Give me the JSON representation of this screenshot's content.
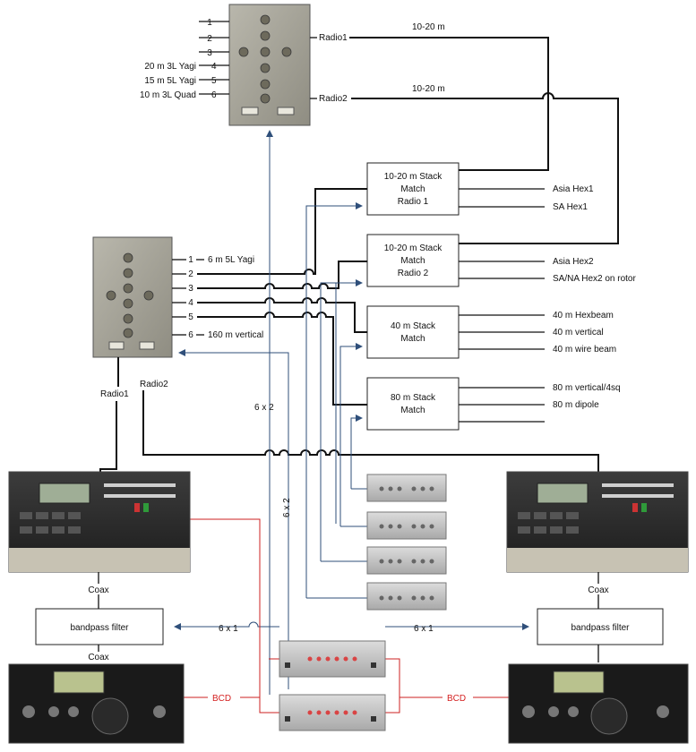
{
  "switch_top": {
    "ports": [
      "1",
      "2",
      "3",
      "20 m 3L Yagi",
      "15 m 5L Yagi",
      "10 m 3L Quad"
    ],
    "radio1": "Radio1",
    "radio2": "Radio2",
    "band1": "10-20 m",
    "band2": "10-20 m"
  },
  "switch_left": {
    "ports": [
      "1",
      "2",
      "3",
      "4",
      "5",
      "6"
    ],
    "port_labels": [
      "6 m 5L Yagi",
      "160 m vertical"
    ],
    "radio1": "Radio1",
    "radio2": "Radio2"
  },
  "stack_boxes": [
    {
      "lines": [
        "10-20 m Stack",
        "Match",
        "Radio 1"
      ],
      "outputs": [
        "Asia Hex1",
        "SA Hex1"
      ]
    },
    {
      "lines": [
        "10-20 m Stack",
        "Match",
        "Radio 2"
      ],
      "outputs": [
        "Asia Hex2",
        "SA/NA Hex2 on rotor"
      ]
    },
    {
      "lines": [
        "40 m Stack",
        "Match"
      ],
      "outputs": [
        "40 m Hexbeam",
        "40 m vertical",
        "40 m wire beam"
      ]
    },
    {
      "lines": [
        "80 m Stack",
        "Match"
      ],
      "outputs": [
        "80 m vertical/4sq",
        "80 m dipole"
      ]
    }
  ],
  "cable_labels": {
    "six_x_two_a": "6 x 2",
    "six_x_two_b": "6 x 2",
    "six_x_one_left": "6 x 1",
    "six_x_one_right": "6 x 1",
    "coax_left_top": "Coax",
    "coax_left_bottom": "Coax",
    "coax_right_top": "Coax",
    "bcd_left": "BCD",
    "bcd_right": "BCD"
  },
  "bandpass_left": "bandpass filter",
  "bandpass_right": "bandpass filter",
  "colors": {
    "black_line": "#111111",
    "blue_line": "#2f4f7a",
    "red_line": "#cc2222"
  }
}
